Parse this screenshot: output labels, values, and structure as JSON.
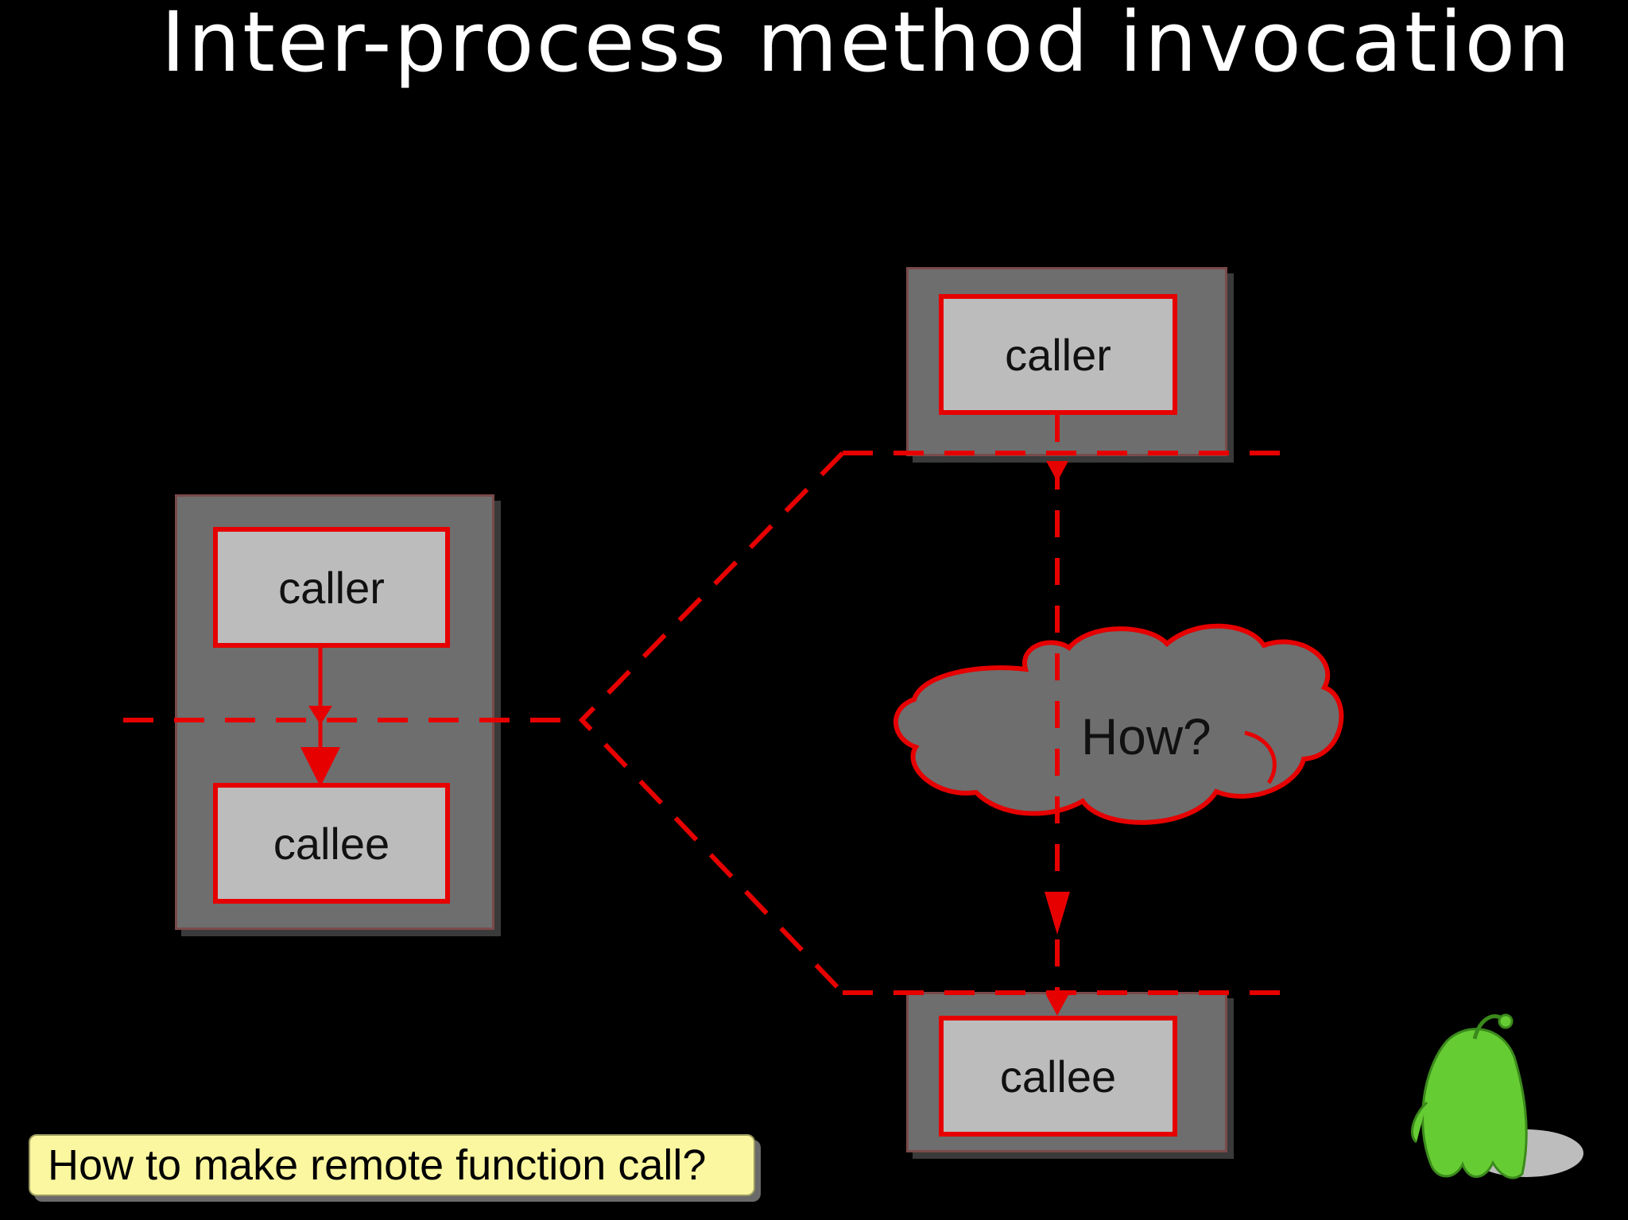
{
  "title": "Inter-process method invocation",
  "left_process": {
    "caller_label": "caller",
    "callee_label": "callee"
  },
  "right_process": {
    "caller_label": "caller",
    "callee_label": "callee",
    "cloud_label": "How?"
  },
  "callout": "How to make remote function call?",
  "colors": {
    "background": "#000000",
    "accent_red": "#e60000",
    "process_gray": "#6e6e6e",
    "function_gray": "#bcbcbc",
    "callout_yellow": "#fbf7a0",
    "mascot_green": "#66cc33"
  },
  "icons": {
    "mascot": "green-ghost-mascot-icon"
  }
}
